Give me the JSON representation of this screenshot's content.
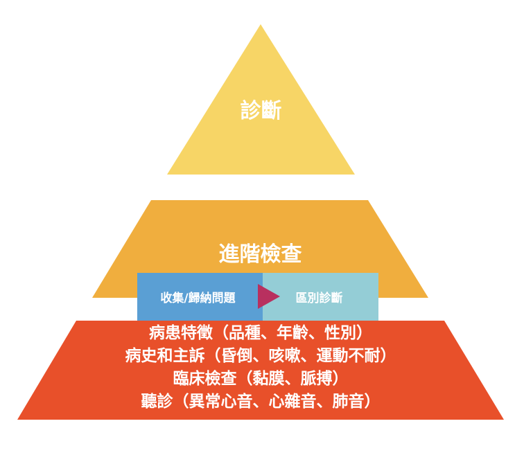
{
  "colors": {
    "top": "#F7D566",
    "middle": "#F0AE3E",
    "bottom": "#E8502A",
    "collect": "#5A9FD4",
    "differential": "#94CDD6",
    "arrow": "#B8305F"
  },
  "top_level": {
    "label": "診斷"
  },
  "middle_level": {
    "label": "進階檢查"
  },
  "process": {
    "step1": "收集/歸納問題",
    "step2": "區別診斷",
    "arrow_icon": "arrow-right-icon"
  },
  "bottom_level": {
    "lines": [
      "病患特徵（品種、年齡、性別）",
      "病史和主訴（昏倒、咳嗽、運動不耐）",
      "臨床檢查（黏膜、脈搏）",
      "聽診（異常心音、心雜音、肺音）"
    ]
  }
}
